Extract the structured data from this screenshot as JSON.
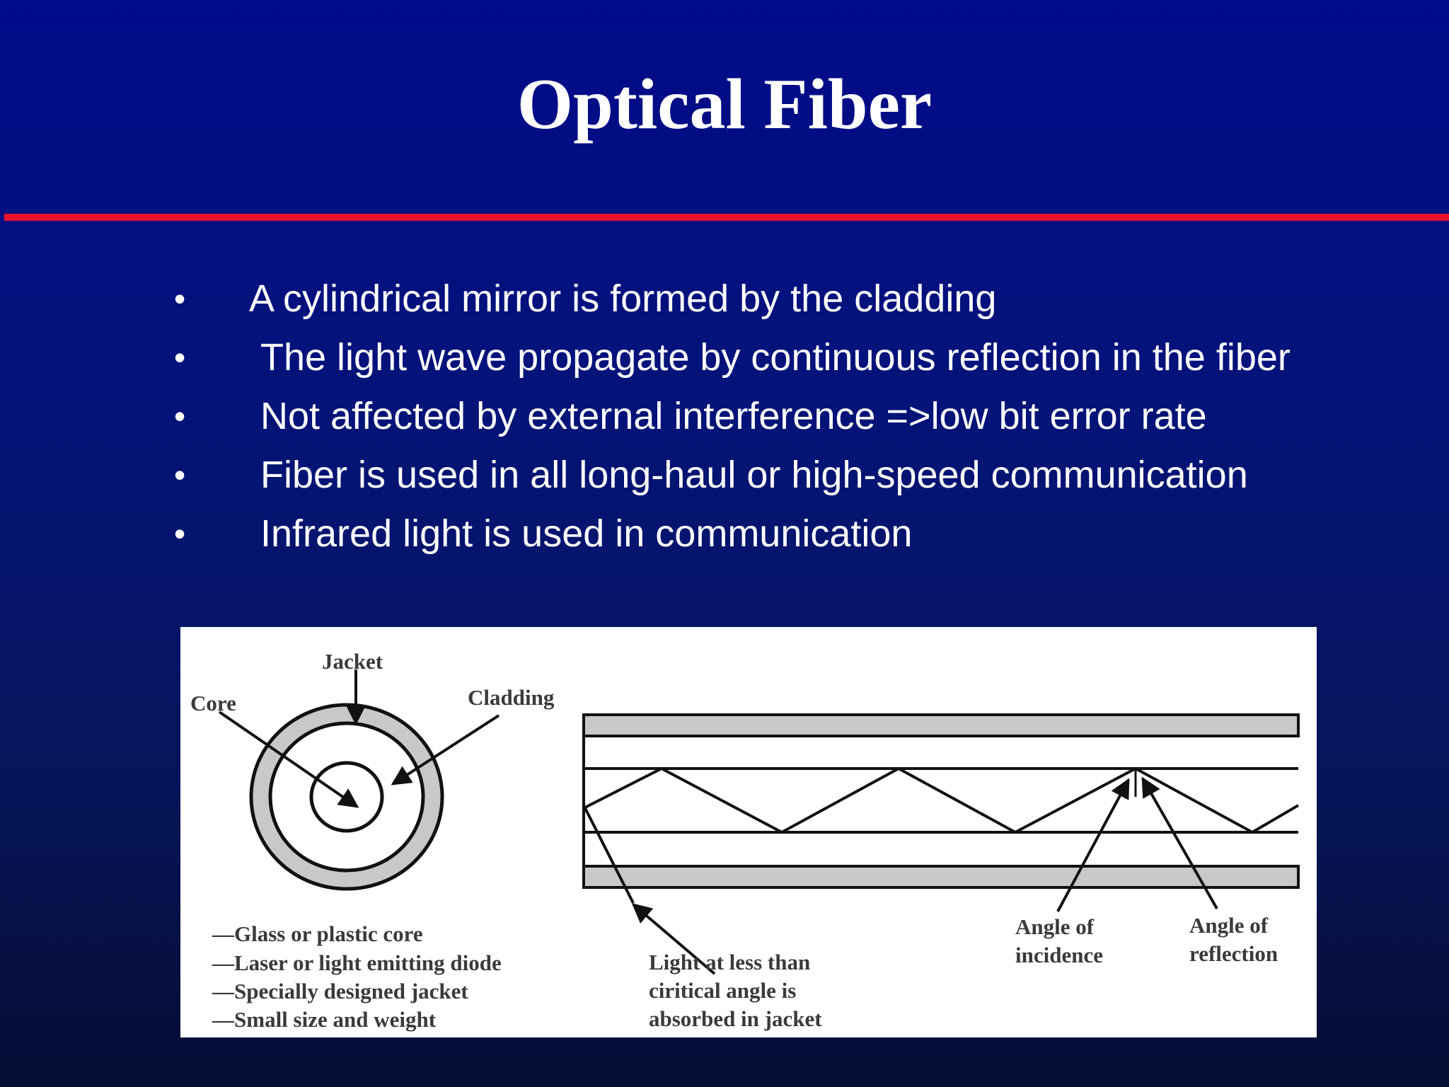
{
  "slide": {
    "title": "Optical Fiber",
    "bullets": [
      "A cylindrical mirror is formed by the cladding",
      "The light wave propagate by continuous reflection in the fiber",
      "Not affected by external interference =>low bit error rate",
      "Fiber is used in all long-haul or high-speed communication",
      "Infrared light is used in communication"
    ],
    "bullet_symbol": "•"
  },
  "figure": {
    "labels": {
      "jacket": "Jacket",
      "core": "Core",
      "cladding": "Cladding",
      "angle_incidence_1": "Angle of",
      "angle_incidence_2": "incidence",
      "angle_reflection_1": "Angle of",
      "angle_reflection_2": "reflection"
    },
    "features": [
      "—Glass or plastic core",
      "—Laser or light emitting diode",
      "—Specially designed jacket",
      "—Small size and weight"
    ],
    "absorbed_note": [
      "Light at less than",
      "ciritical angle is",
      "absorbed in jacket"
    ]
  },
  "colors": {
    "background_top": "#000a8a",
    "background_bottom": "#050d33",
    "rule": "#e8122e",
    "text": "#ffffff"
  }
}
